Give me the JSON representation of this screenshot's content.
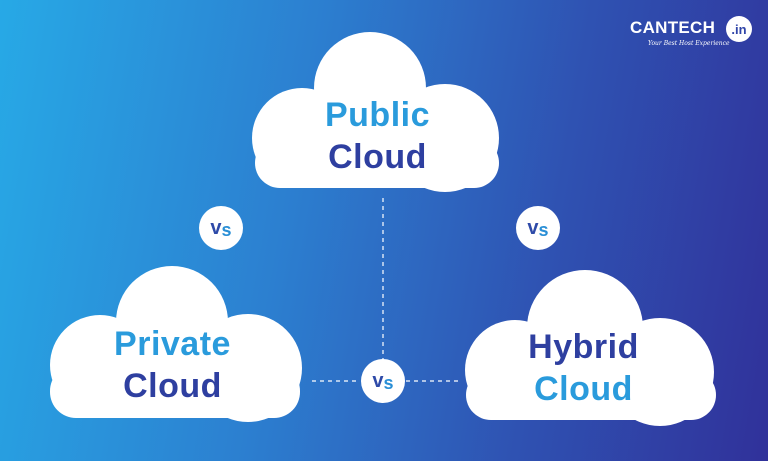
{
  "logo": {
    "wordmark": "CANTECH",
    "badge": ".in",
    "tagline": "Your Best Host Experience"
  },
  "clouds": {
    "public": {
      "line1": "Public",
      "line2": "Cloud"
    },
    "private": {
      "line1": "Private",
      "line2": "Cloud"
    },
    "hybrid": {
      "line1": "Hybrid",
      "line2": "Cloud"
    }
  },
  "vs_badges": {
    "left": {
      "v": "v",
      "s": "s"
    },
    "right": {
      "v": "v",
      "s": "s"
    },
    "bottom": {
      "v": "v",
      "s": "s"
    }
  },
  "colors": {
    "background_start": "#27a9e6",
    "background_end": "#30319a",
    "text_blue_light": "#2a9bdc",
    "text_blue_dark": "#2e3fa0",
    "cloud_fill": "#ffffff"
  }
}
